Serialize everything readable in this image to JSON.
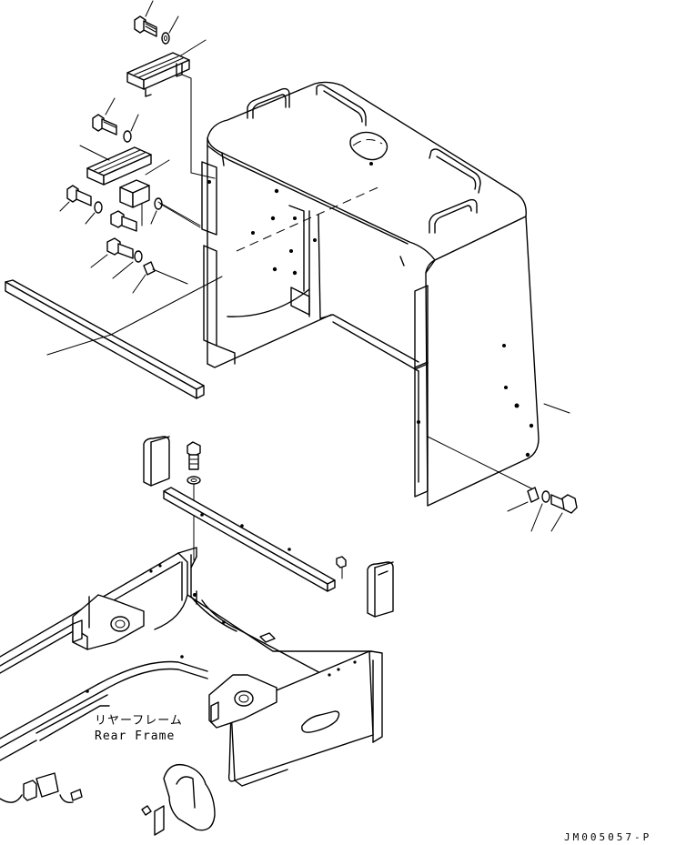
{
  "labels": {
    "rear_frame_jp": "リヤーフレーム",
    "rear_frame_en": "Rear Frame",
    "drawing_code": "JM005057-P"
  },
  "icons": {
    "bolt": "bolt-icon",
    "washer": "washer-icon",
    "step": "step-icon",
    "bracket": "bracket-icon",
    "cover": "cover-icon",
    "bar": "bar-icon",
    "pad": "pad-icon",
    "frame": "frame-icon"
  },
  "colors": {
    "line": "#000000",
    "background": "#ffffff"
  }
}
